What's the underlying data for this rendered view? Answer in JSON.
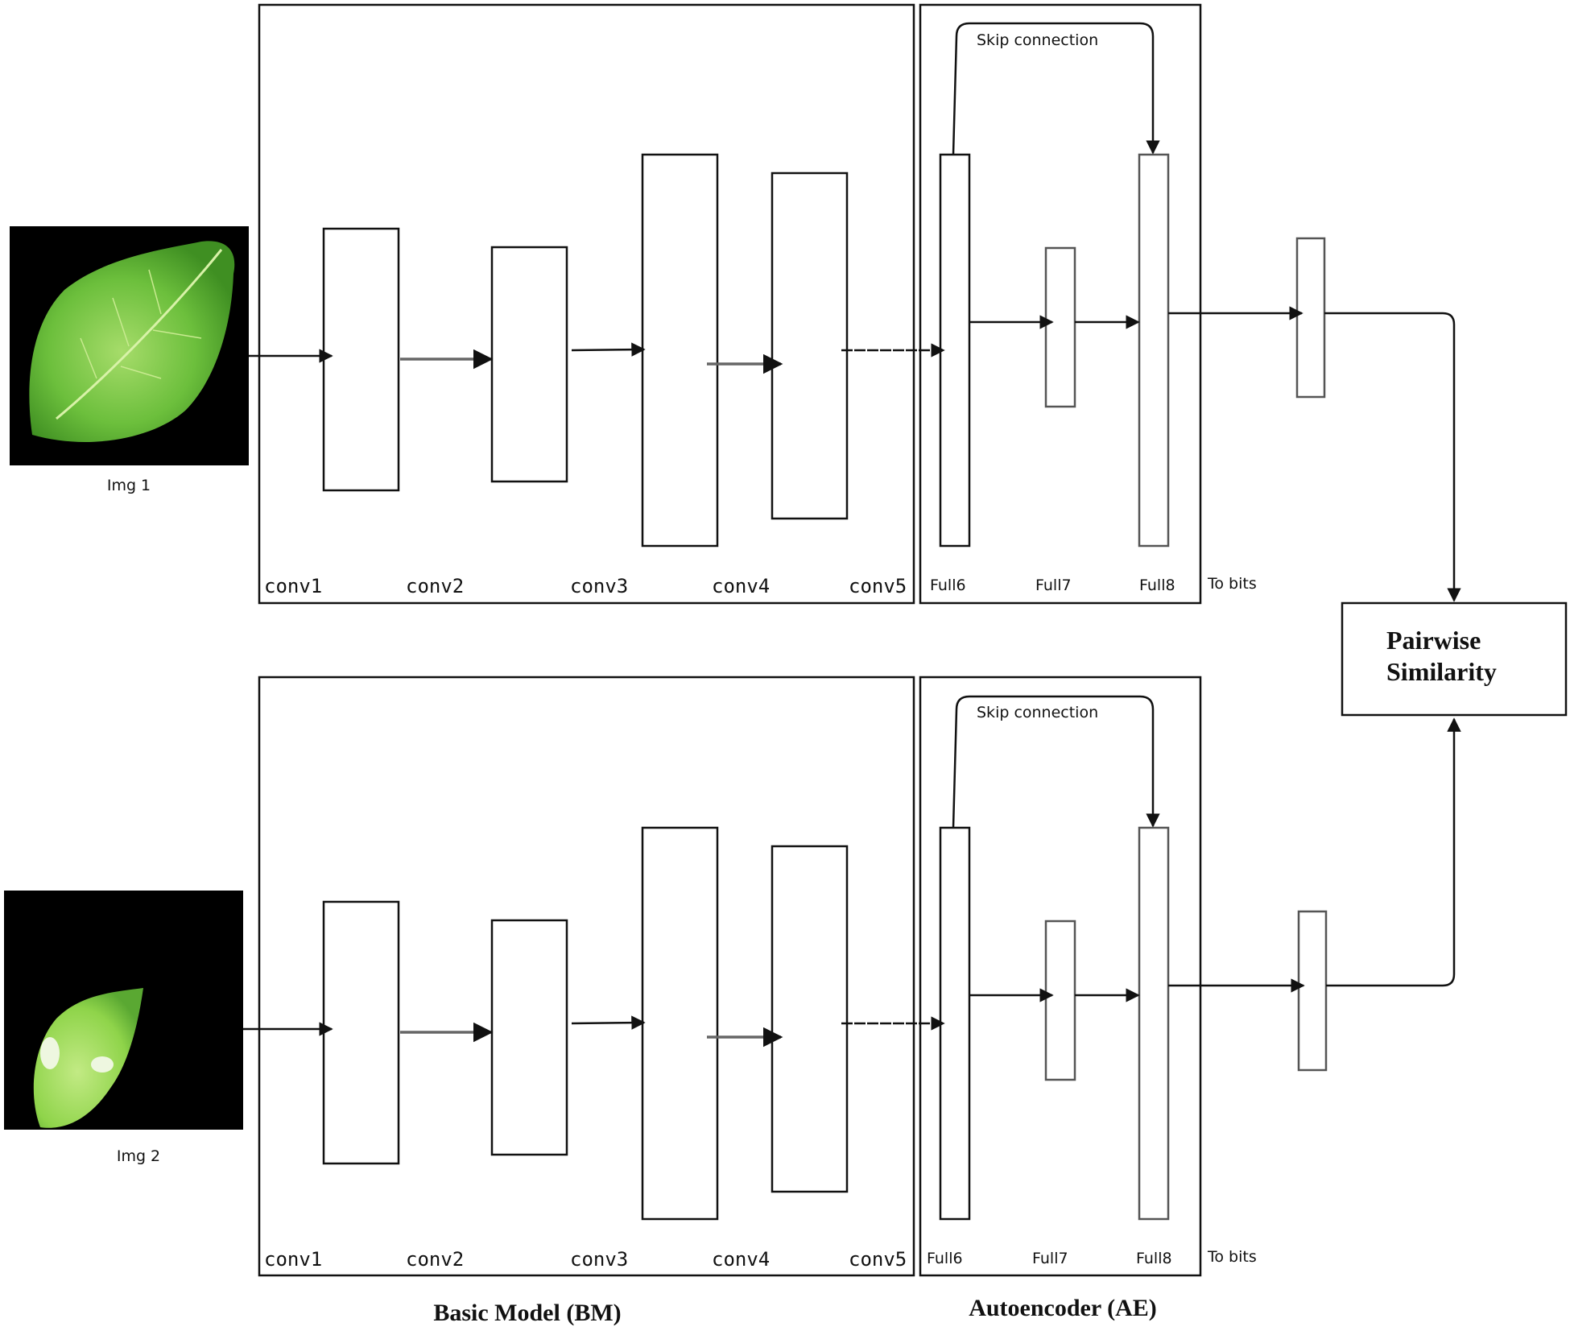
{
  "pipelines": [
    {
      "image_label": "Img 1",
      "conv_labels": [
        "conv1",
        "conv2",
        "conv3",
        "conv4",
        "conv5"
      ],
      "full_labels": [
        "Full6",
        "Full7",
        "Full8"
      ],
      "bits_label": "To bits",
      "skip_label": "Skip connection"
    },
    {
      "image_label": "Img 2",
      "conv_labels": [
        "conv1",
        "conv2",
        "conv3",
        "conv4",
        "conv5"
      ],
      "full_labels": [
        "Full6",
        "Full7",
        "Full8"
      ],
      "bits_label": "To bits",
      "skip_label": "Skip connection"
    }
  ],
  "captions": {
    "basic_model": "Basic Model (BM)",
    "autoencoder": "Autoencoder (AE)"
  },
  "similarity": {
    "line1": "Pairwise",
    "line2": "Similarity"
  },
  "colors": {
    "leaf_dark": "#3f8f22",
    "leaf_light": "#8fd44a",
    "background_black": "#000000"
  }
}
